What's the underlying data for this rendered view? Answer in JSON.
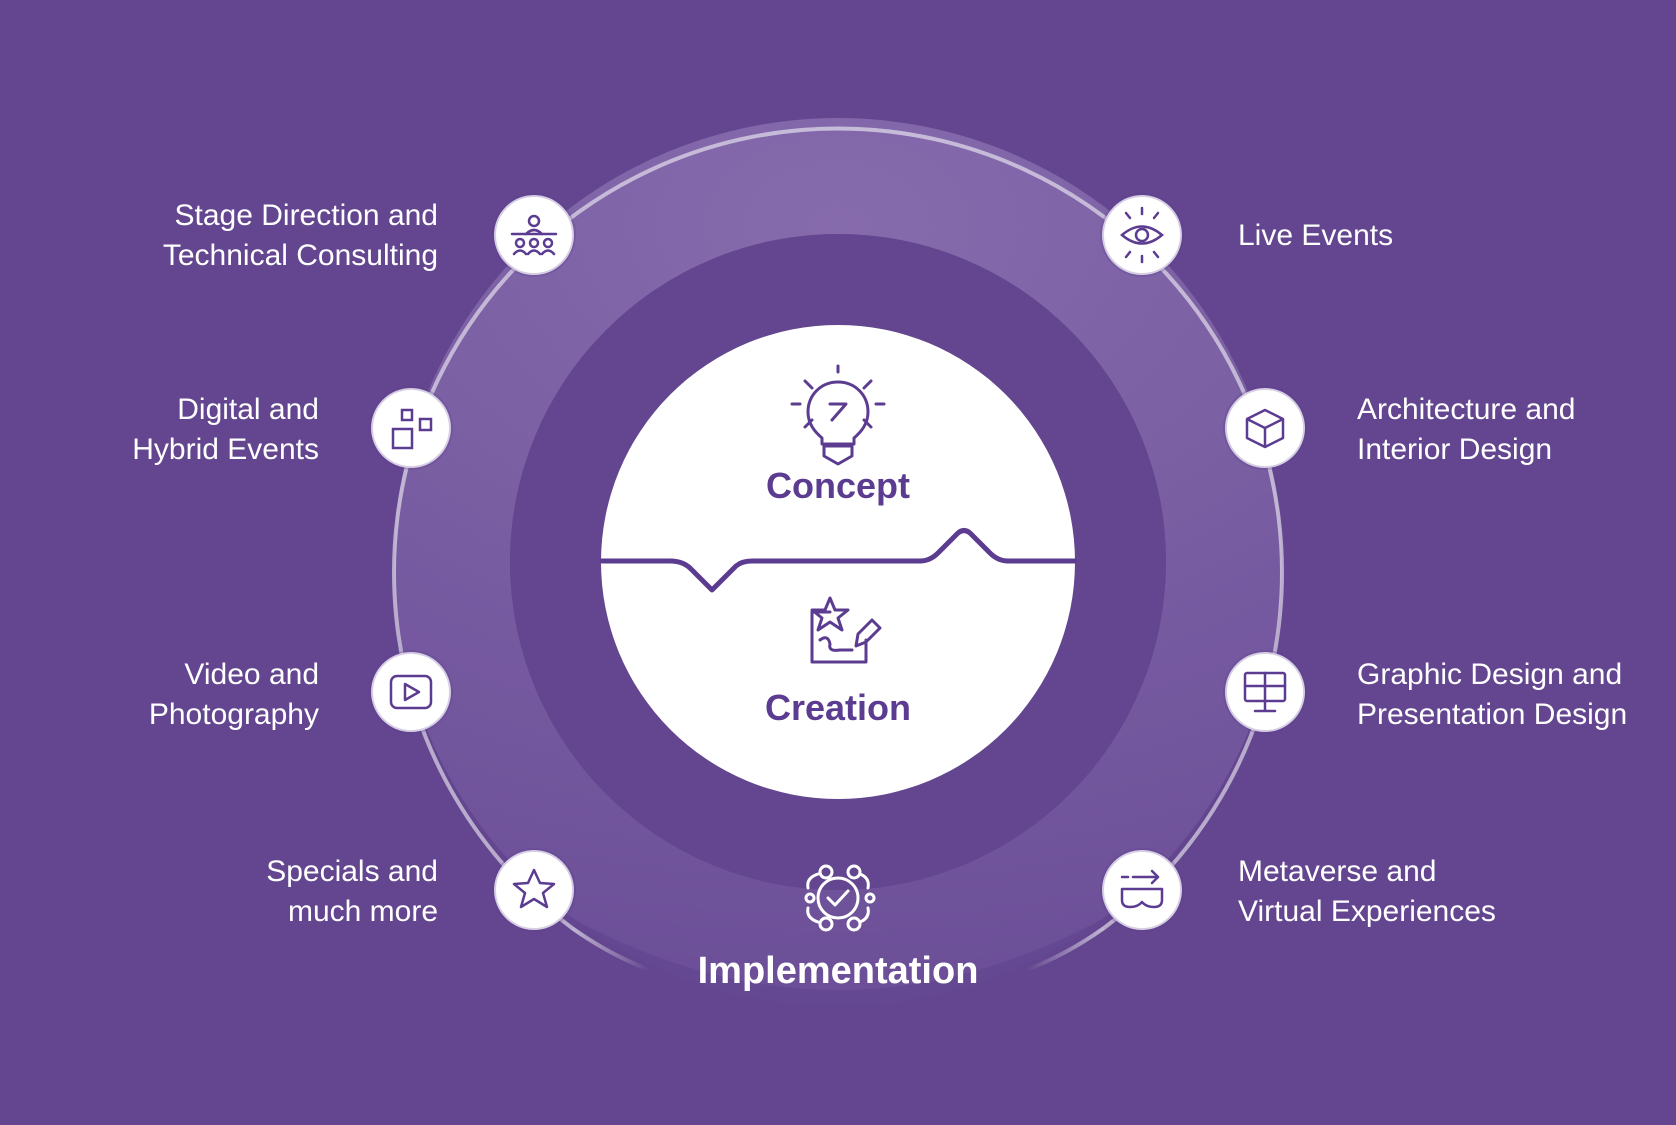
{
  "hub": {
    "concept": {
      "title": "Concept",
      "icon": "lightbulb-icon"
    },
    "creation": {
      "title": "Creation",
      "icon": "design-sketch-icon"
    },
    "implementation": {
      "title": "Implementation",
      "icon": "process-check-icon"
    }
  },
  "services_left": [
    {
      "line1": "Stage Direction and",
      "line2": "Technical Consulting",
      "icon": "stage-audience-icon"
    },
    {
      "line1": "Digital and",
      "line2": "Hybrid Events",
      "icon": "squares-icon"
    },
    {
      "line1": "Video and",
      "line2": "Photography",
      "icon": "video-play-icon"
    },
    {
      "line1": "Specials and",
      "line2": "much more",
      "icon": "star-icon"
    }
  ],
  "services_right": [
    {
      "line1": "Live Events",
      "line2": "",
      "icon": "eye-icon"
    },
    {
      "line1": "Architecture and",
      "line2": "Interior Design",
      "icon": "cube-icon"
    },
    {
      "line1": "Graphic Design and",
      "line2": "Presentation Design",
      "icon": "monitor-icon"
    },
    {
      "line1": "Metaverse and",
      "line2": "Virtual Experiences",
      "icon": "vr-headset-icon"
    }
  ],
  "colors": {
    "background": "#63468f",
    "accent": "#5b3c91",
    "white": "#ffffff"
  }
}
